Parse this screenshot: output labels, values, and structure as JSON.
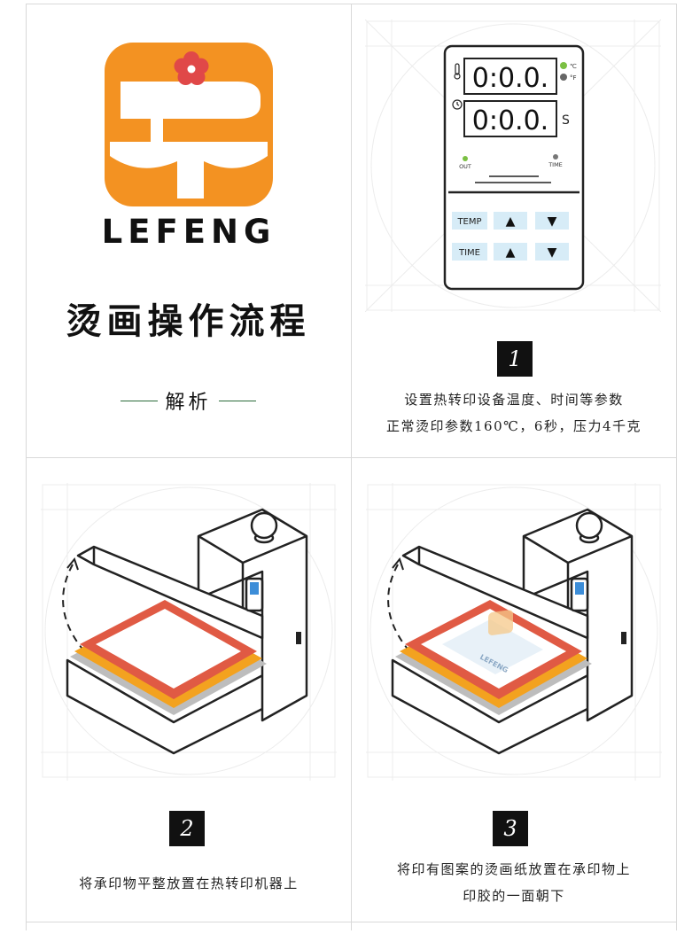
{
  "brand": {
    "name": "LEFENG",
    "color": "#F39222",
    "flower": "#E04848"
  },
  "cover": {
    "title": "烫画操作流程",
    "subtitle": "解析"
  },
  "panel": {
    "display_temp": "0:0.0.",
    "display_time": "0:0.0.",
    "unit_c": "℃",
    "unit_f": "°F",
    "unit_s": "S",
    "out_label": "OUT",
    "time_indicator_label": "TIME",
    "temp_button": "TEMP",
    "time_button": "TIME",
    "up_arrow": "▲",
    "down_arrow": "▼",
    "icons": [
      "thermometer-icon",
      "clock-icon"
    ]
  },
  "steps": [
    {
      "number": "1",
      "lines": [
        "设置热转印设备温度、时间等参数",
        "正常烫印参数160℃，6秒，压力4千克"
      ]
    },
    {
      "number": "2",
      "lines": [
        "将承印物平整放置在热转印机器上"
      ]
    },
    {
      "number": "3",
      "lines": [
        "将印有图案的烫画纸放置在承印物上",
        "印胶的一面朝下"
      ]
    }
  ],
  "transfer_logo_text": "LEFENG",
  "colors": {
    "accent_green": "#2b6b3a",
    "plate_red": "#E05A44",
    "plate_orange": "#F3A21F",
    "screen_blue": "#3C8DD8"
  }
}
